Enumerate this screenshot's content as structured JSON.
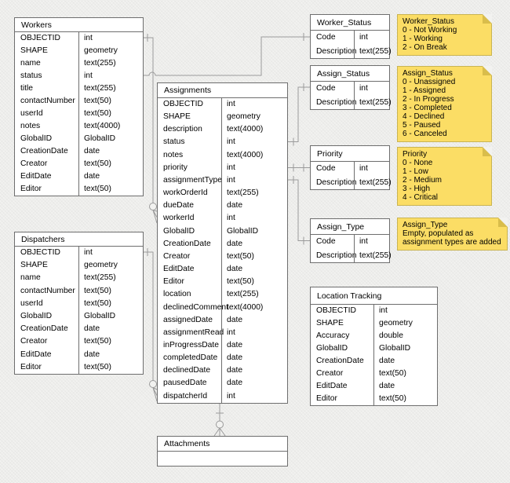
{
  "colors": {
    "background": "#F2F2F0",
    "table_fill": "#FFFFFF",
    "table_border": "#6E6E6E",
    "connector": "#9B9B9B",
    "note_fill": "#FBDD65",
    "note_fold": "#D9BD4B",
    "note_border": "#C9B453",
    "text": "#000000"
  },
  "tables": [
    {
      "id": "workers",
      "title": "Workers",
      "fields": [
        {
          "n": "OBJECTID",
          "t": "int"
        },
        {
          "n": "SHAPE",
          "t": "geometry"
        },
        {
          "n": "name",
          "t": "text(255)"
        },
        {
          "n": "status",
          "t": "int"
        },
        {
          "n": "title",
          "t": "text(255)"
        },
        {
          "n": "contactNumber",
          "t": "text(50)"
        },
        {
          "n": "userId",
          "t": "text(50)"
        },
        {
          "n": "notes",
          "t": "text(4000)"
        },
        {
          "n": "GlobalID",
          "t": "GlobalID"
        },
        {
          "n": "CreationDate",
          "t": "date"
        },
        {
          "n": "Creator",
          "t": "text(50)"
        },
        {
          "n": "EditDate",
          "t": "date"
        },
        {
          "n": "Editor",
          "t": "text(50)"
        }
      ]
    },
    {
      "id": "dispatchers",
      "title": "Dispatchers",
      "fields": [
        {
          "n": "OBJECTID",
          "t": "int"
        },
        {
          "n": "SHAPE",
          "t": "geometry"
        },
        {
          "n": "name",
          "t": "text(255)"
        },
        {
          "n": "contactNumber",
          "t": "text(50)"
        },
        {
          "n": "userId",
          "t": "text(50)"
        },
        {
          "n": "GlobalID",
          "t": "GlobalID"
        },
        {
          "n": "CreationDate",
          "t": "date"
        },
        {
          "n": "Creator",
          "t": "text(50)"
        },
        {
          "n": "EditDate",
          "t": "date"
        },
        {
          "n": "Editor",
          "t": "text(50)"
        }
      ]
    },
    {
      "id": "assignments",
      "title": "Assignments",
      "fields": [
        {
          "n": "OBJECTID",
          "t": "int"
        },
        {
          "n": "SHAPE",
          "t": "geometry"
        },
        {
          "n": "description",
          "t": "text(4000)"
        },
        {
          "n": "status",
          "t": "int"
        },
        {
          "n": "notes",
          "t": "text(4000)"
        },
        {
          "n": "priority",
          "t": "int"
        },
        {
          "n": "assignmentType",
          "t": "int"
        },
        {
          "n": "workOrderId",
          "t": "text(255)"
        },
        {
          "n": "dueDate",
          "t": "date"
        },
        {
          "n": "workerId",
          "t": "int"
        },
        {
          "n": "GlobalID",
          "t": "GlobalID"
        },
        {
          "n": "CreationDate",
          "t": "date"
        },
        {
          "n": "Creator",
          "t": "text(50)"
        },
        {
          "n": "EditDate",
          "t": "date"
        },
        {
          "n": "Editor",
          "t": "text(50)"
        },
        {
          "n": "location",
          "t": "text(255)"
        },
        {
          "n": "declinedComment",
          "t": "text(4000)"
        },
        {
          "n": "assignedDate",
          "t": "date"
        },
        {
          "n": "assignmentRead",
          "t": "int"
        },
        {
          "n": "inProgressDate",
          "t": "date"
        },
        {
          "n": "completedDate",
          "t": "date"
        },
        {
          "n": "declinedDate",
          "t": "date"
        },
        {
          "n": "pausedDate",
          "t": "date"
        },
        {
          "n": "dispatcherId",
          "t": "int"
        }
      ]
    },
    {
      "id": "worker_status",
      "title": "Worker_Status",
      "fields": [
        {
          "n": "Code",
          "t": "int"
        },
        {
          "n": "Description",
          "t": "text(255)"
        }
      ]
    },
    {
      "id": "assign_status",
      "title": "Assign_Status",
      "fields": [
        {
          "n": "Code",
          "t": "int"
        },
        {
          "n": "Description",
          "t": "text(255)"
        }
      ]
    },
    {
      "id": "priority",
      "title": "Priority",
      "fields": [
        {
          "n": "Code",
          "t": "int"
        },
        {
          "n": "Description",
          "t": "text(255)"
        }
      ]
    },
    {
      "id": "assign_type",
      "title": "Assign_Type",
      "fields": [
        {
          "n": "Code",
          "t": "int"
        },
        {
          "n": "Description",
          "t": "text(255)"
        }
      ]
    },
    {
      "id": "location_tracking",
      "title": "Location Tracking",
      "fields": [
        {
          "n": "OBJECTID",
          "t": "int"
        },
        {
          "n": "SHAPE",
          "t": "geometry"
        },
        {
          "n": "Accuracy",
          "t": "double"
        },
        {
          "n": "GlobalID",
          "t": "GlobalID"
        },
        {
          "n": "CreationDate",
          "t": "date"
        },
        {
          "n": "Creator",
          "t": "text(50)"
        },
        {
          "n": "EditDate",
          "t": "date"
        },
        {
          "n": "Editor",
          "t": "text(50)"
        }
      ]
    },
    {
      "id": "attachments",
      "title": "Attachments",
      "fields": [],
      "empty_rows": 1
    }
  ],
  "notes": [
    {
      "id": "worker_status_note",
      "title": "Worker_Status",
      "lines": [
        "0 - Not Working",
        "1 - Working",
        "2 - On Break"
      ]
    },
    {
      "id": "assign_status_note",
      "title": "Assign_Status",
      "lines": [
        "0 - Unassigned",
        "1 - Assigned",
        "2 - In Progress",
        "3 - Completed",
        "4 - Declined",
        "5 - Paused",
        "6 - Canceled"
      ]
    },
    {
      "id": "priority_note",
      "title": "Priority",
      "lines": [
        "0 - None",
        "1 - Low",
        "2 - Medium",
        "3 - High",
        "4 - Critical"
      ]
    },
    {
      "id": "assign_type_note",
      "title": "Assign_Type",
      "lines": [
        "Empty, populated as",
        "assignment types are added"
      ]
    }
  ],
  "relationships": [
    {
      "from": "Workers.OBJECTID",
      "to": "Assignments.workerId",
      "from_cardinality": "one",
      "to_cardinality": "zero-or-many"
    },
    {
      "from": "Workers.status",
      "to": "Worker_Status.Code",
      "from_cardinality": "",
      "to_cardinality": "one"
    },
    {
      "from": "Dispatchers.OBJECTID",
      "to": "Assignments.dispatcherId",
      "from_cardinality": "one",
      "to_cardinality": "zero-or-many"
    },
    {
      "from": "Assignments.status",
      "to": "Assign_Status.Code",
      "from_cardinality": "one",
      "to_cardinality": "one"
    },
    {
      "from": "Assignments.priority",
      "to": "Priority.Code",
      "from_cardinality": "one",
      "to_cardinality": "one"
    },
    {
      "from": "Assignments.assignmentType",
      "to": "Assign_Type.Code",
      "from_cardinality": "one",
      "to_cardinality": "one"
    },
    {
      "from": "Assignments",
      "to": "Attachments",
      "from_cardinality": "one",
      "to_cardinality": "zero-or-many"
    }
  ]
}
